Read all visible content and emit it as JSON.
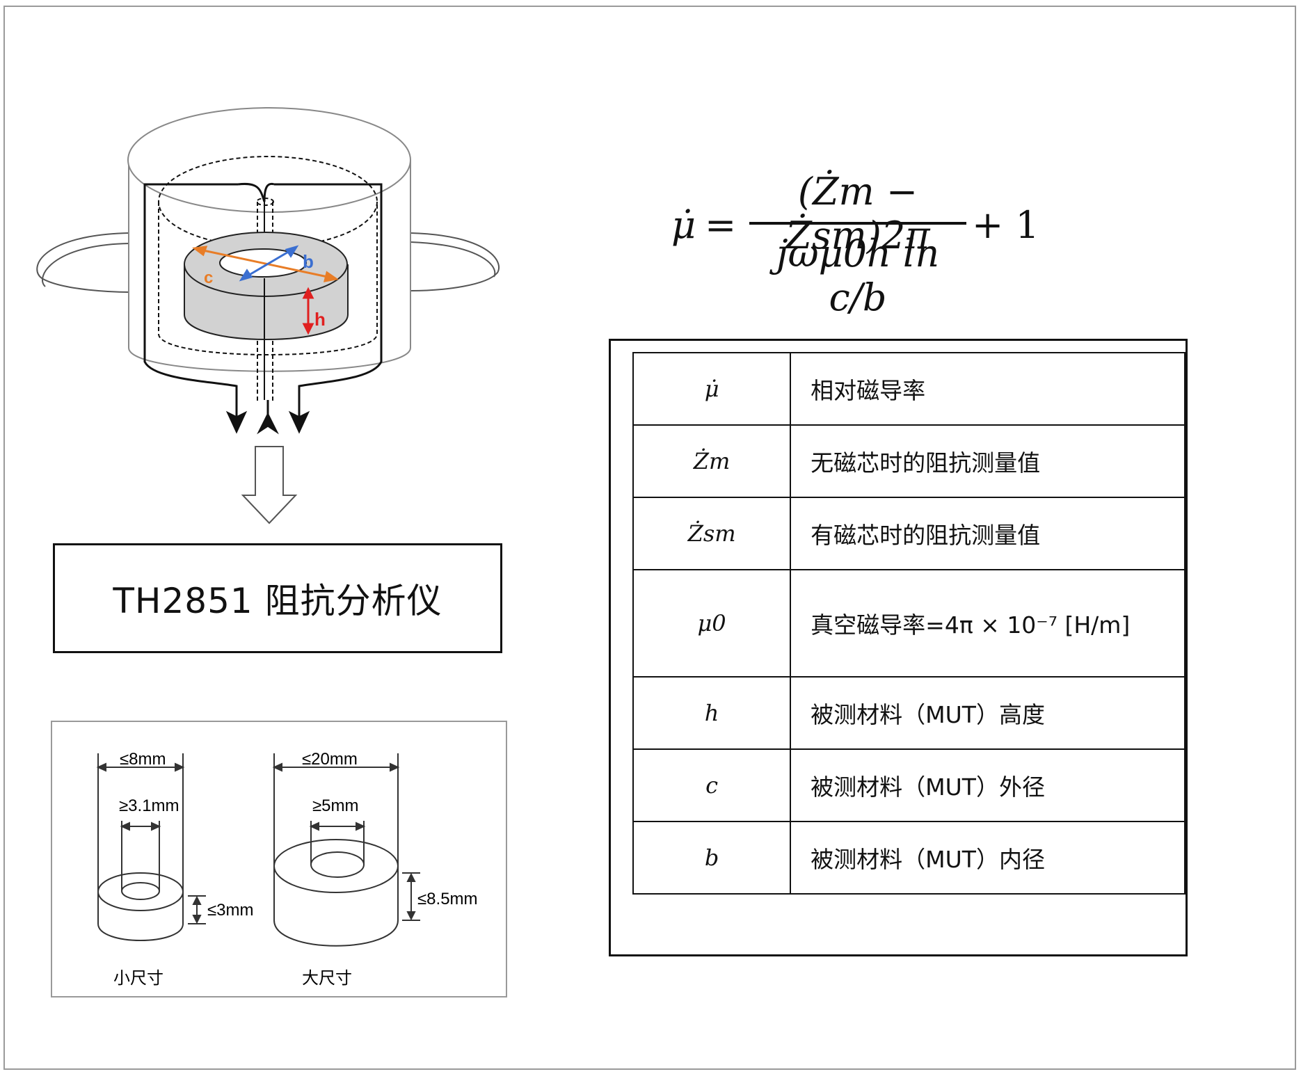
{
  "analyzer": {
    "label": "TH2851 阻抗分析仪"
  },
  "fixture": {
    "labels": {
      "c": "c",
      "b": "b",
      "h": "h"
    }
  },
  "sizes": {
    "small": {
      "title": "小尺寸",
      "outer": "≤8mm",
      "inner": "≥3.1mm",
      "height": "≤3mm"
    },
    "large": {
      "title": "大尺寸",
      "outer": "≤20mm",
      "inner": "≥5mm",
      "height": "≤8.5mm"
    }
  },
  "formula": {
    "lhs": "μ̇",
    "equals": "=",
    "numerator": "(Żm − Żsm)2π",
    "denominator": "jωμ0h ln c/b",
    "tail": "+ 1"
  },
  "legend": [
    {
      "symbol": "μ̇",
      "desc": "相对磁导率"
    },
    {
      "symbol": "Żm",
      "desc": "无磁芯时的阻抗测量值"
    },
    {
      "symbol": "Żsm",
      "desc": "有磁芯时的阻抗测量值"
    },
    {
      "symbol": "μ0",
      "desc": "真空磁导率=4π × 10⁻⁷ [H/m]"
    },
    {
      "symbol": "h",
      "desc": "被测材料（MUT）高度"
    },
    {
      "symbol": "c",
      "desc": "被测材料（MUT）外径"
    },
    {
      "symbol": "b",
      "desc": "被测材料（MUT）内径"
    }
  ],
  "colors": {
    "c_arrow": "#e87d27",
    "b_arrow": "#3b6fd1",
    "h_arrow": "#e02020",
    "ring_fill": "#d2d2d2"
  }
}
